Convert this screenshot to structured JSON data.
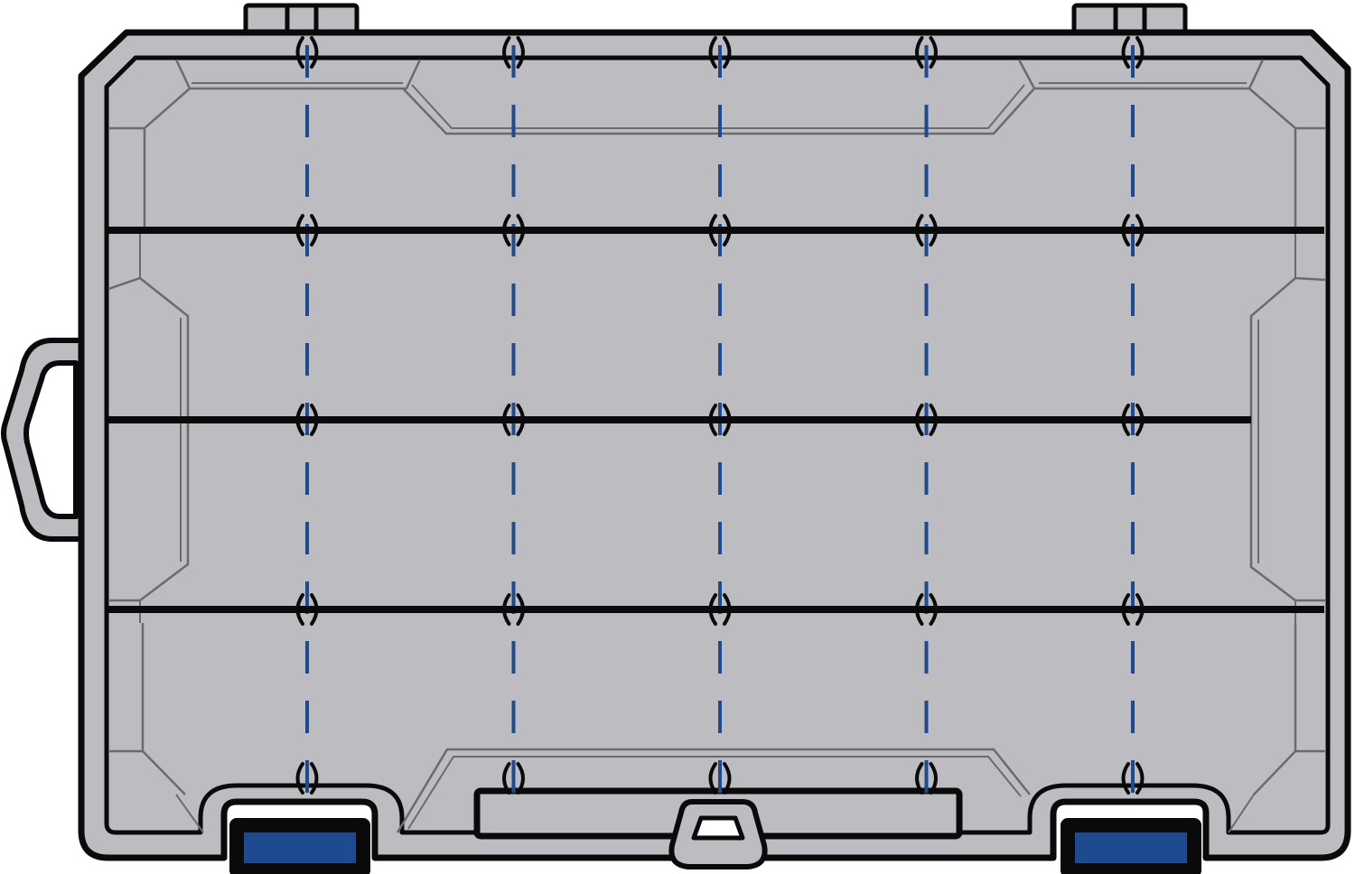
{
  "diagram": {
    "subject": "tackle-box-tray-top-view",
    "fixed_horizontal_dividers": 3,
    "removable_vertical_dividers": 5,
    "slots_per_divider": 5,
    "colors": {
      "background": "#ffffff",
      "case_body": "#bdbdc1",
      "outline": "#0a0a0a",
      "inner_trim": "#6b6b6e",
      "divider": "#0a0a0a",
      "removable_divider": "#1e4b8f",
      "latch": "#1e4b8f",
      "slot_mark": "#0a0a0a"
    },
    "icons": [
      "handle-icon",
      "hinge-icon",
      "latch-icon",
      "center-clasp-icon",
      "divider-slot-icon"
    ]
  }
}
